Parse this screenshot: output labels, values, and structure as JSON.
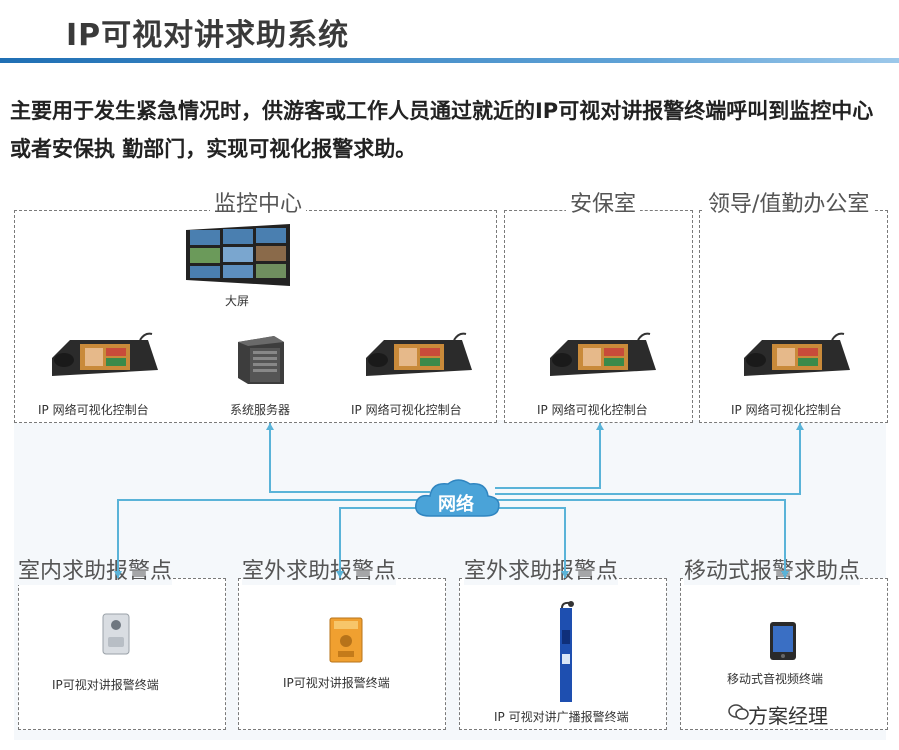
{
  "title": "IP可视对讲求助系统",
  "intro": "主要用于发生紧急情况时，供游客或工作人员通过就近的IP可视对讲报警终端呼叫到监控中心或者安保执  勤部门，实现可视化报警求助。",
  "zones_top": {
    "monitor_center": "监控中心",
    "security_room": "安保室",
    "leader_office": "领导/值勤办公室"
  },
  "devices_top": {
    "big_screen": "大屏",
    "console_1": "IP 网络可视化控制台",
    "server": "系统服务器",
    "console_2": "IP 网络可视化控制台",
    "console_3": "IP 网络可视化控制台",
    "console_4": "IP 网络可视化控制台"
  },
  "network_label": "网络",
  "zones_bottom": {
    "indoor": "室内求助报警点",
    "outdoor_1": "室外求助报警点",
    "outdoor_2": "室外求助报警点",
    "mobile": "移动式报警求助点"
  },
  "devices_bottom": {
    "indoor_terminal": "IP可视对讲报警终端",
    "outdoor_terminal": "IP可视对讲报警终端",
    "broadcast_terminal": "IP 可视对讲广播报警终端",
    "mobile_terminal": "移动式音视频终端"
  },
  "watermark": "方案经理",
  "colors": {
    "line": "#5ab3d8",
    "title_bar": "#1f6fb4",
    "cloud": "#4aa3d8"
  }
}
